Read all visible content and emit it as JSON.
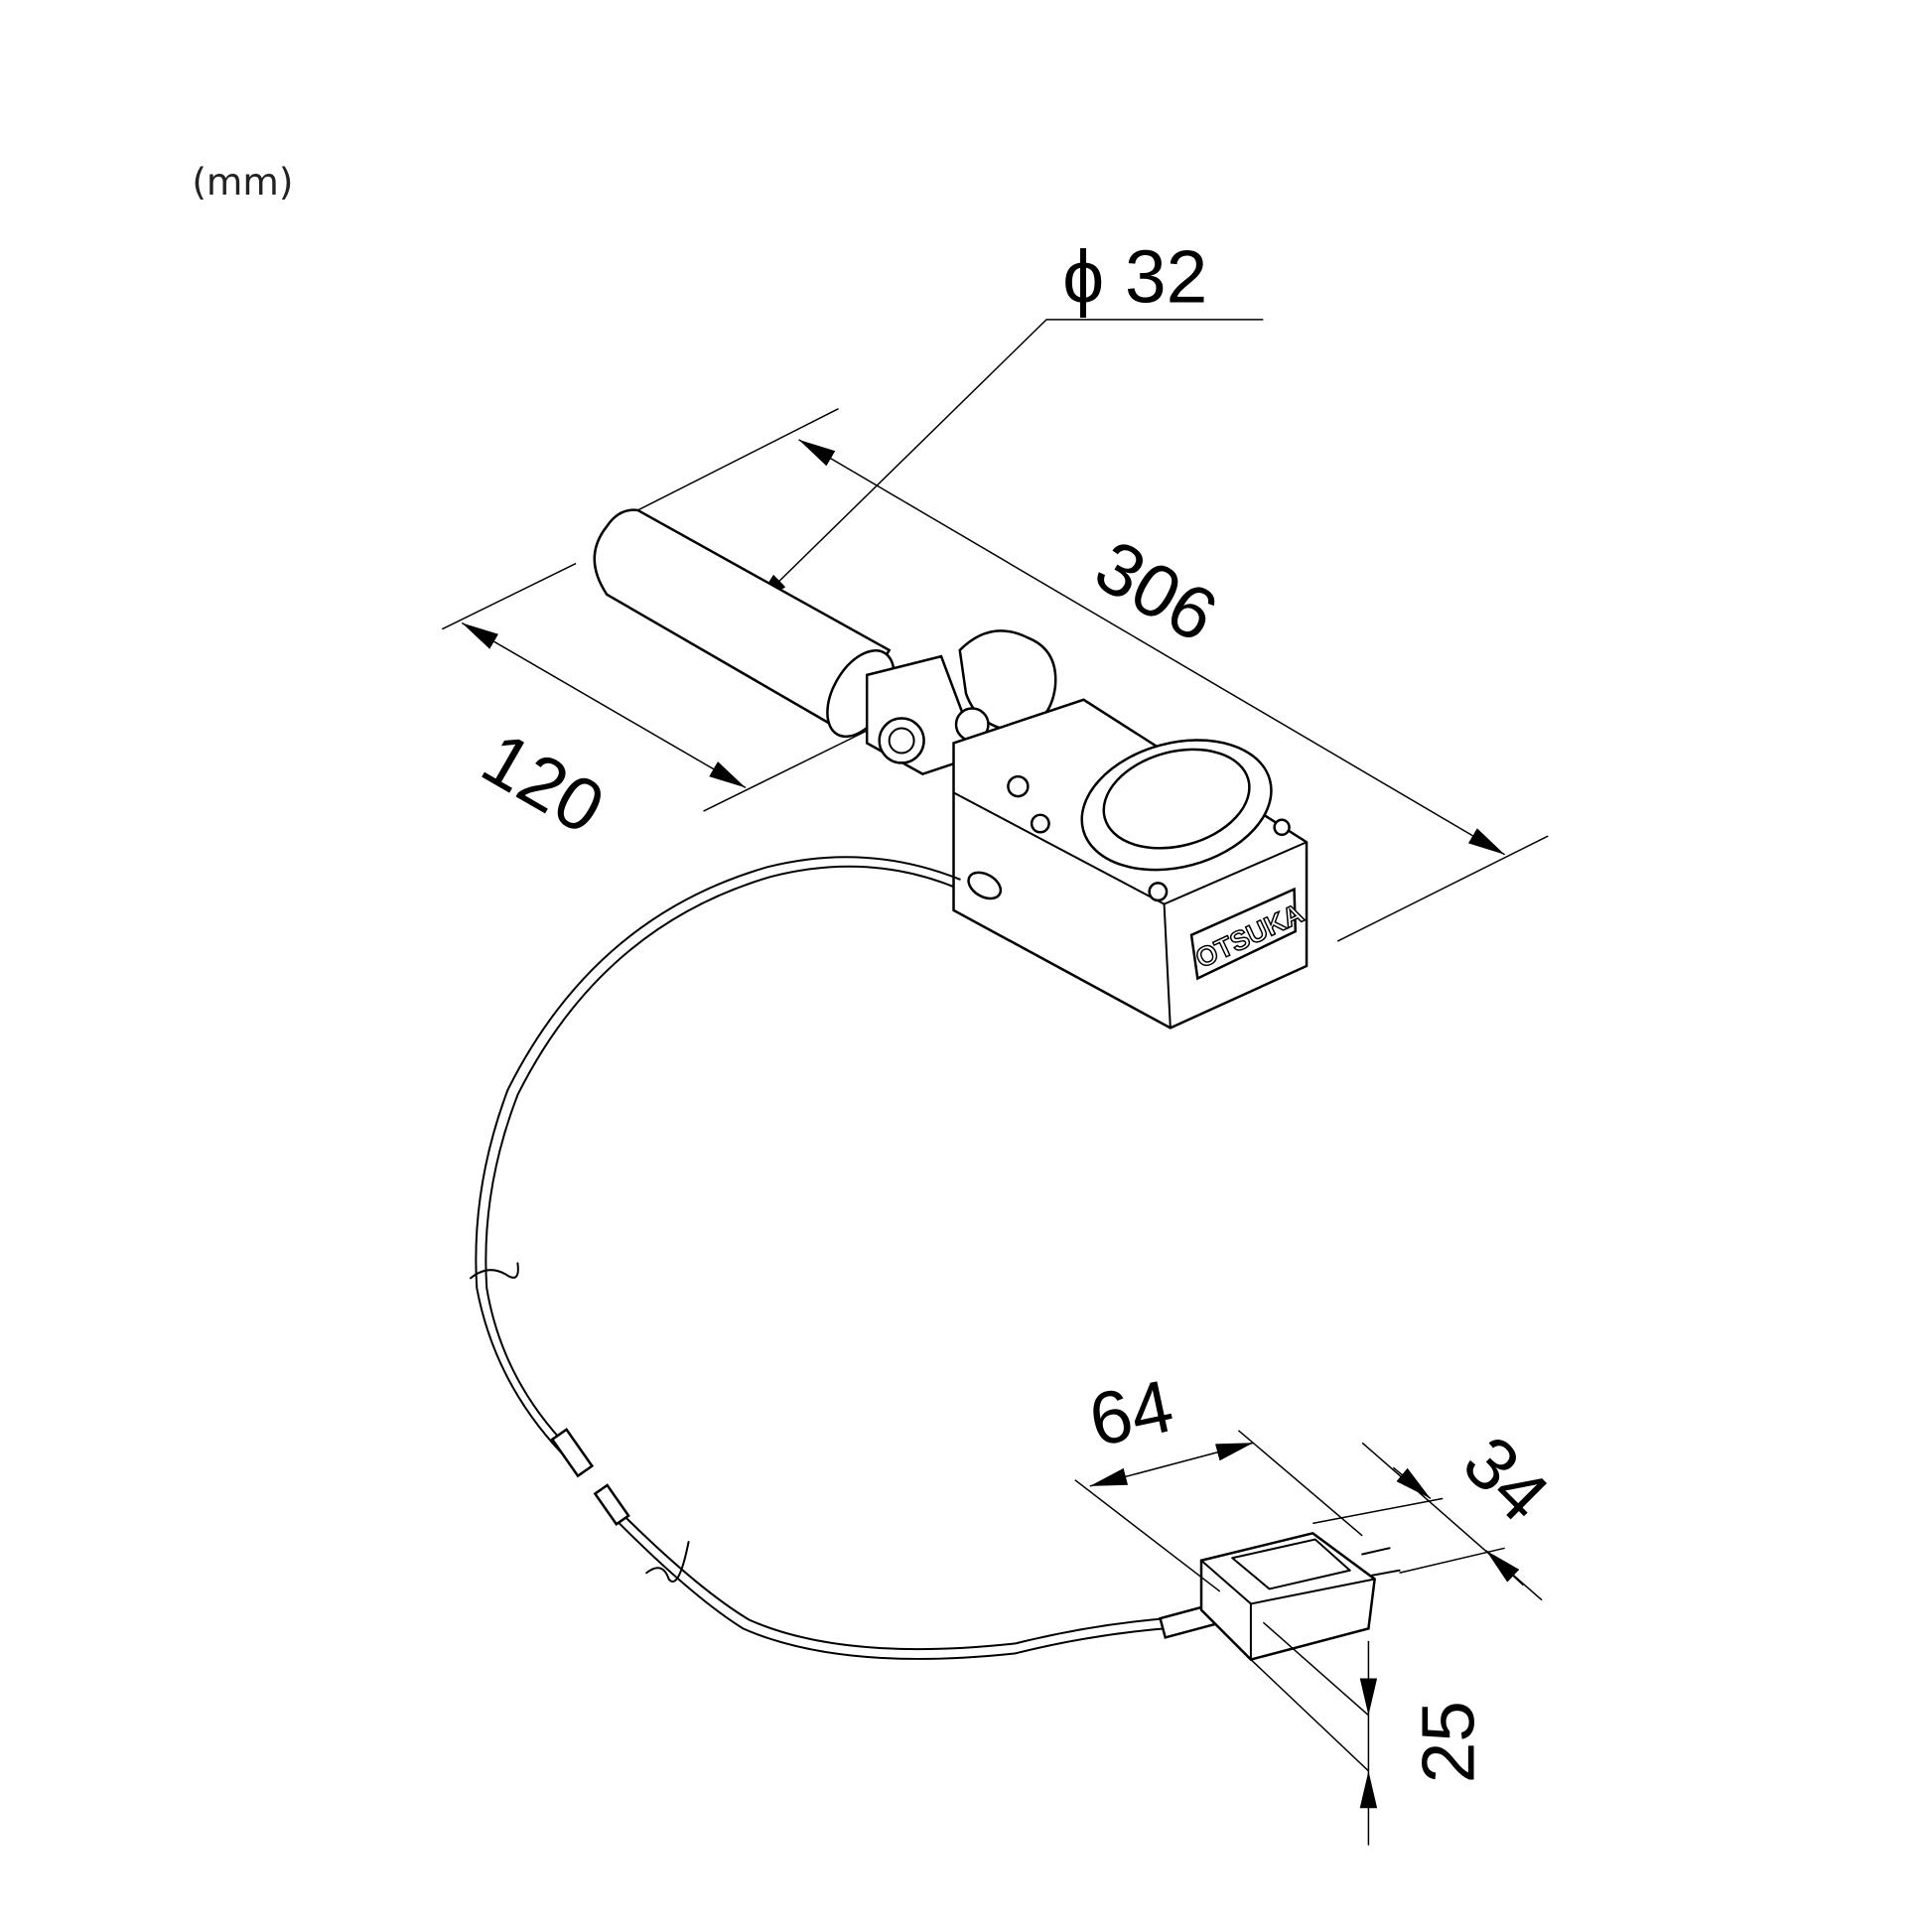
{
  "unit_label": "(mm)",
  "dimensions": {
    "diameter": "ϕ 32",
    "length": "306",
    "width": "120",
    "adapter_length": "64",
    "adapter_width": "34",
    "adapter_height": "25"
  },
  "logo_text": "OTSUKA"
}
